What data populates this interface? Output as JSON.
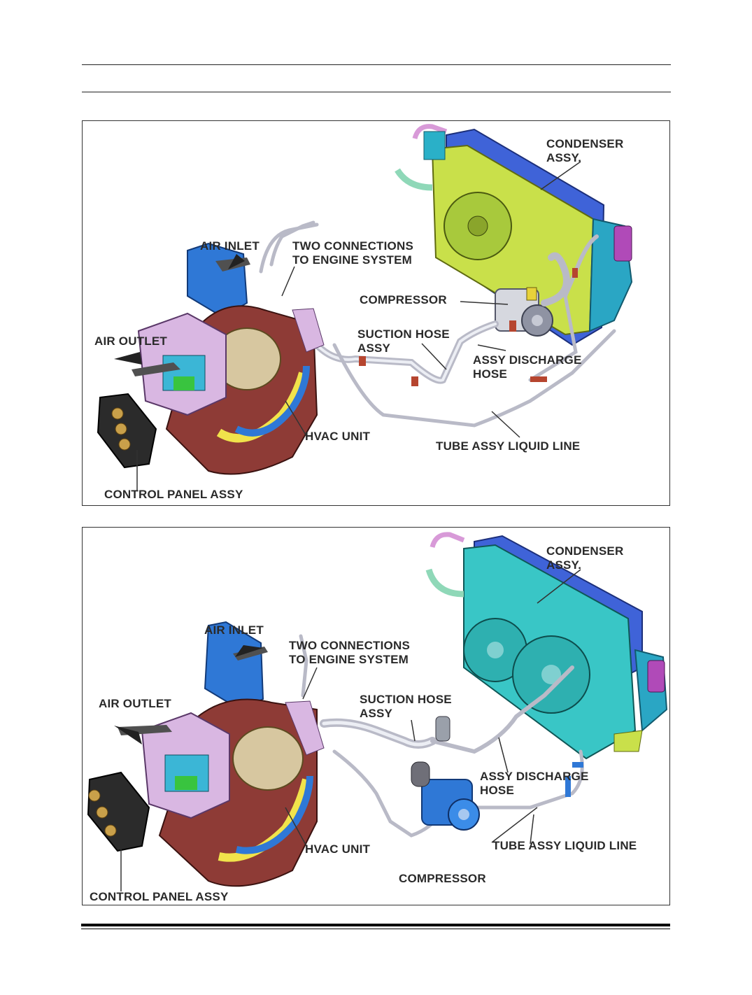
{
  "diagram_1": {
    "condenser": [
      "CONDENSER",
      "ASSY."
    ],
    "air_inlet": "AIR INLET",
    "engine": [
      "TWO CONNECTIONS",
      "TO ENGINE SYSTEM"
    ],
    "compressor": "COMPRESSOR",
    "suction": [
      "SUCTION HOSE",
      "ASSY"
    ],
    "air_outlet": "AIR OUTLET",
    "discharge": [
      "ASSY DISCHARGE",
      "HOSE"
    ],
    "hvac": "HVAC UNIT",
    "liquid": "TUBE ASSY LIQUID LINE",
    "control": "CONTROL PANEL ASSY"
  },
  "diagram_2": {
    "condenser": [
      "CONDENSER",
      "ASSY."
    ],
    "air_inlet": "AIR INLET",
    "engine": [
      "TWO CONNECTIONS",
      "TO ENGINE SYSTEM"
    ],
    "suction": [
      "SUCTION HOSE",
      "ASSY"
    ],
    "air_outlet": "AIR OUTLET",
    "discharge": [
      "ASSY DISCHARGE",
      "HOSE"
    ],
    "hvac": "HVAC UNIT",
    "liquid": "TUBE ASSY LIQUID LINE",
    "compressor": "COMPRESSOR",
    "control": "CONTROL PANEL ASSY"
  },
  "colors": {
    "condenser_blue": "#3f63d8",
    "condenser_frame_1": "#c9e04a",
    "condenser_frame_2": "#39c6c6",
    "hvac_body": "#8e3b36",
    "hvac_case": "#c9a7d6",
    "duct_blue": "#2f78d6",
    "pipe_silver": "#c8c8d2",
    "hose_yellow": "#f1e34b"
  }
}
